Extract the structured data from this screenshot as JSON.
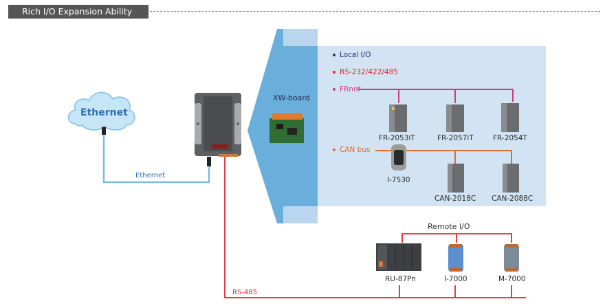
{
  "section": {
    "title": "Rich I/O Expansion Ability"
  },
  "colors": {
    "title_bg": "#555555",
    "ethernet_line": "#7bbbe3",
    "rs485_line": "#e0242f",
    "frnet_line": "#c73f7d",
    "canbus_line": "#e06a32",
    "arrow_blue": "#6aaedc",
    "panel_bg": "#d2e4f3",
    "local_io": "#1f2f7a",
    "rs232": "#e0242f"
  },
  "cloud": {
    "label": "Ethernet"
  },
  "links": {
    "ethernet_label": "Ethernet",
    "rs485_label": "RS-485"
  },
  "xw_board": {
    "label": "XW-board"
  },
  "interfaces": [
    {
      "label": "Local I/O"
    },
    {
      "label": "RS-232/422/485"
    },
    {
      "label": "FRnet"
    },
    {
      "label": "CAN bus"
    }
  ],
  "frnet_devices": [
    {
      "label": "FR-2053iT"
    },
    {
      "label": "FR-2057iT"
    },
    {
      "label": "FR-2054T"
    }
  ],
  "can_devices": [
    {
      "label": "I-7530"
    },
    {
      "label": "CAN-2018C"
    },
    {
      "label": "CAN-2088C"
    }
  ],
  "remote_io": {
    "title": "Remote I/O",
    "devices": [
      {
        "label": "RU-87Pn"
      },
      {
        "label": "I-7000"
      },
      {
        "label": "M-7000"
      }
    ]
  }
}
